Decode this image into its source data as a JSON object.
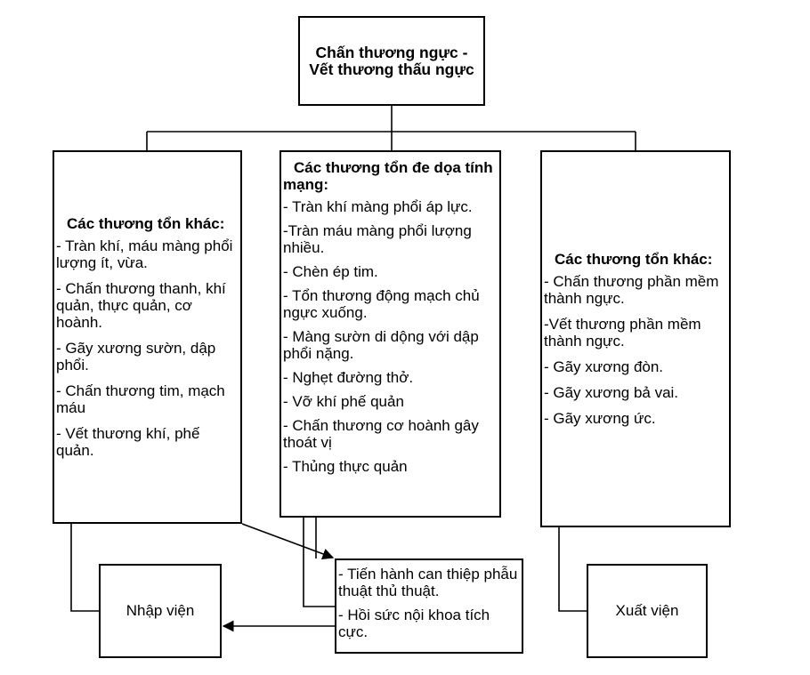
{
  "title": "Chấn thương ngực - Vết thương thấu ngực",
  "left": {
    "heading": "Các thương tổn khác:",
    "items": [
      "- Tràn khí, máu màng phổi lượng ít, vừa.",
      "- Chấn thương thanh, khí quản, thực quản, cơ hoành.",
      "- Gãy xương sườn, dập phổi.",
      "- Chấn thương tim, mạch máu",
      "- Vết thương khí, phế quản."
    ]
  },
  "center": {
    "heading": "Các thương tổn đe dọa tính mạng:",
    "items": [
      "- Tràn khí màng phổi áp lực.",
      "-Tràn máu màng phổi lượng nhiều.",
      "- Chèn ép tim.",
      "- Tổn thương động mạch chủ ngực xuống.",
      "- Màng sườn di dộng với dập phổi nặng.",
      "- Nghẹt đường thở.",
      "- Vỡ khí phế quản",
      "- Chấn thương cơ hoành gây thoát vị",
      "- Thủng thực quản"
    ]
  },
  "right": {
    "heading": "Các thương tổn khác:",
    "items": [
      "- Chấn thương phần mềm thành ngực.",
      "-Vết thương phần mềm thành ngực.",
      "- Gãy xương đòn.",
      "- Gãy xương bả vai.",
      "- Gãy xương ức."
    ]
  },
  "treatment": {
    "items": [
      "- Tiến hành can thiệp phẫu thuật thủ thuật.",
      "- Hồi sức nội khoa tích cực."
    ]
  },
  "admit": "Nhập viện",
  "discharge": "Xuất viện"
}
